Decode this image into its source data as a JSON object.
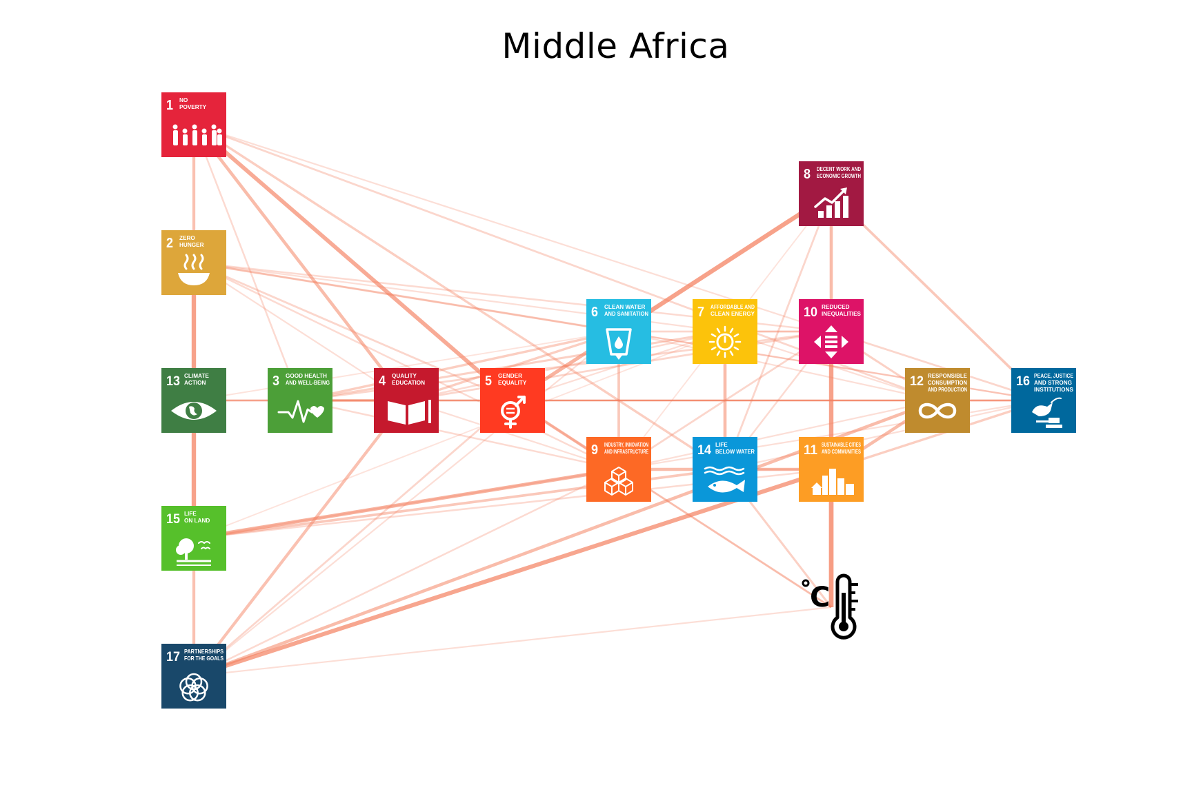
{
  "title": "Middle Africa",
  "nodes": [
    {
      "id": "1",
      "number": "1",
      "label": [
        "NO",
        "POVERTY"
      ],
      "color": "#e5243b",
      "icon": "family-icon"
    },
    {
      "id": "2",
      "number": "2",
      "label": [
        "ZERO",
        "HUNGER"
      ],
      "color": "#dda63a",
      "icon": "bowl-icon"
    },
    {
      "id": "3",
      "number": "3",
      "label": [
        "GOOD HEALTH",
        "AND WELL-BEING"
      ],
      "color": "#4c9f38",
      "icon": "heartbeat-icon"
    },
    {
      "id": "4",
      "number": "4",
      "label": [
        "QUALITY",
        "EDUCATION"
      ],
      "color": "#c5192d",
      "icon": "book-icon"
    },
    {
      "id": "5",
      "number": "5",
      "label": [
        "GENDER",
        "EQUALITY"
      ],
      "color": "#ff3a21",
      "icon": "gender-icon"
    },
    {
      "id": "6",
      "number": "6",
      "label": [
        "CLEAN WATER",
        "AND SANITATION"
      ],
      "color": "#26bde2",
      "icon": "water-glass-icon"
    },
    {
      "id": "7",
      "number": "7",
      "label": [
        "AFFORDABLE AND",
        "CLEAN ENERGY"
      ],
      "color": "#fcc30b",
      "icon": "sun-power-icon"
    },
    {
      "id": "8",
      "number": "8",
      "label": [
        "DECENT WORK AND",
        "ECONOMIC GROWTH"
      ],
      "color": "#a21942",
      "icon": "growth-chart-icon"
    },
    {
      "id": "9",
      "number": "9",
      "label": [
        "INDUSTRY, INNOVATION",
        "AND INFRASTRUCTURE"
      ],
      "color": "#fd6925",
      "icon": "cubes-icon"
    },
    {
      "id": "10",
      "number": "10",
      "label": [
        "REDUCED",
        "INEQUALITIES"
      ],
      "color": "#dd1367",
      "icon": "equality-arrows-icon"
    },
    {
      "id": "11",
      "number": "11",
      "label": [
        "SUSTAINABLE CITIES",
        "AND COMMUNITIES"
      ],
      "color": "#fd9d24",
      "icon": "city-icon"
    },
    {
      "id": "12",
      "number": "12",
      "label": [
        "RESPONSIBLE",
        "CONSUMPTION",
        "AND PRODUCTION"
      ],
      "color": "#bf8b2e",
      "icon": "infinity-icon"
    },
    {
      "id": "13",
      "number": "13",
      "label": [
        "CLIMATE",
        "ACTION"
      ],
      "color": "#3f7e44",
      "icon": "eye-globe-icon"
    },
    {
      "id": "14",
      "number": "14",
      "label": [
        "LIFE",
        "BELOW WATER"
      ],
      "color": "#0a97d9",
      "icon": "fish-icon"
    },
    {
      "id": "15",
      "number": "15",
      "label": [
        "LIFE",
        "ON LAND"
      ],
      "color": "#56c02b",
      "icon": "tree-icon"
    },
    {
      "id": "16",
      "number": "16",
      "label": [
        "PEACE, JUSTICE",
        "AND STRONG",
        "INSTITUTIONS"
      ],
      "color": "#00689d",
      "icon": "dove-gavel-icon"
    },
    {
      "id": "17",
      "number": "17",
      "label": [
        "PARTNERSHIPS",
        "FOR THE GOALS"
      ],
      "color": "#19486a",
      "icon": "rings-icon"
    },
    {
      "id": "T",
      "number": "",
      "label": [],
      "color": "#000000",
      "icon": "thermometer-celsius-icon"
    }
  ],
  "edges": [
    [
      "1",
      "2",
      0.55
    ],
    [
      "1",
      "4",
      0.6
    ],
    [
      "1",
      "5",
      0.8
    ],
    [
      "1",
      "14",
      0.4
    ],
    [
      "1",
      "12",
      0.3
    ],
    [
      "1",
      "3",
      0.25
    ],
    [
      "1",
      "10",
      0.2
    ],
    [
      "2",
      "13",
      0.9
    ],
    [
      "2",
      "6",
      0.35
    ],
    [
      "2",
      "5",
      0.3
    ],
    [
      "2",
      "10",
      0.25
    ],
    [
      "2",
      "9",
      0.25
    ],
    [
      "2",
      "7",
      0.2
    ],
    [
      "2",
      "16",
      0.2
    ],
    [
      "2",
      "4",
      0.2
    ],
    [
      "13",
      "15",
      0.9
    ],
    [
      "13",
      "3",
      0.25
    ],
    [
      "13",
      "4",
      0.3
    ],
    [
      "13",
      "12",
      0.2
    ],
    [
      "13",
      "16",
      0.2
    ],
    [
      "13",
      "6",
      0.15
    ],
    [
      "15",
      "17",
      0.55
    ],
    [
      "15",
      "9",
      0.7
    ],
    [
      "15",
      "14",
      0.45
    ],
    [
      "15",
      "11",
      0.25
    ],
    [
      "15",
      "16",
      0.2
    ],
    [
      "15",
      "7",
      0.15
    ],
    [
      "17",
      "4",
      0.55
    ],
    [
      "17",
      "11",
      0.85
    ],
    [
      "17",
      "12",
      0.6
    ],
    [
      "17",
      "5",
      0.3
    ],
    [
      "17",
      "T",
      0.2
    ],
    [
      "17",
      "6",
      0.2
    ],
    [
      "17",
      "9",
      0.25
    ],
    [
      "3",
      "4",
      0.45
    ],
    [
      "3",
      "6",
      0.4
    ],
    [
      "3",
      "7",
      0.35
    ],
    [
      "3",
      "10",
      0.3
    ],
    [
      "3",
      "12",
      0.25
    ],
    [
      "3",
      "16",
      0.2
    ],
    [
      "3",
      "9",
      0.25
    ],
    [
      "4",
      "5",
      0.3
    ],
    [
      "4",
      "6",
      0.4
    ],
    [
      "4",
      "7",
      0.25
    ],
    [
      "4",
      "10",
      0.3
    ],
    [
      "4",
      "16",
      0.2
    ],
    [
      "4",
      "9",
      0.2
    ],
    [
      "5",
      "6",
      0.7
    ],
    [
      "5",
      "9",
      0.55
    ],
    [
      "5",
      "T",
      0.35
    ],
    [
      "5",
      "7",
      0.2
    ],
    [
      "5",
      "16",
      0.2
    ],
    [
      "5",
      "12",
      0.2
    ],
    [
      "6",
      "8",
      0.9
    ],
    [
      "6",
      "9",
      0.45
    ],
    [
      "6",
      "10",
      0.3
    ],
    [
      "6",
      "16",
      0.25
    ],
    [
      "6",
      "12",
      0.2
    ],
    [
      "7",
      "14",
      0.6
    ],
    [
      "7",
      "10",
      0.25
    ],
    [
      "7",
      "12",
      0.2
    ],
    [
      "8",
      "10",
      0.6
    ],
    [
      "8",
      "16",
      0.45
    ],
    [
      "8",
      "14",
      0.3
    ],
    [
      "8",
      "9",
      0.15
    ],
    [
      "9",
      "11",
      0.6
    ],
    [
      "9",
      "10",
      0.3
    ],
    [
      "9",
      "12",
      0.2
    ],
    [
      "10",
      "11",
      0.9
    ],
    [
      "10",
      "12",
      0.35
    ],
    [
      "10",
      "16",
      0.3
    ],
    [
      "10",
      "14",
      0.25
    ],
    [
      "11",
      "T",
      0.95
    ],
    [
      "11",
      "12",
      0.6
    ],
    [
      "11",
      "16",
      0.4
    ],
    [
      "11",
      "14",
      0.3
    ],
    [
      "12",
      "16",
      0.35
    ],
    [
      "14",
      "16",
      0.2
    ],
    [
      "14",
      "T",
      0.35
    ],
    [
      "9",
      "T",
      0.2
    ]
  ]
}
